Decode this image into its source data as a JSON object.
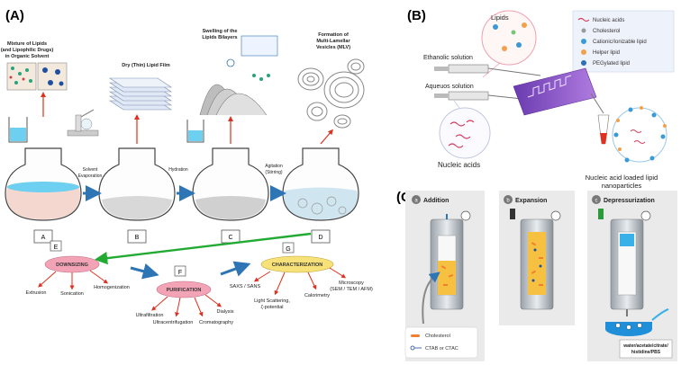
{
  "panel_a": {
    "label": "(A)",
    "step_mixture": "Mixture of Lipids",
    "step_mixture_2": "(and Lipophilic Drugs)",
    "step_mixture_3": "in Organic Solvent",
    "step_film": "Dry (Thin) Lipid Film",
    "step_swelling": "Swelling of the",
    "step_swelling_2": "Lipids Bilayers",
    "step_mlv": "Formation of",
    "step_mlv_2": "Multi-Lamellar",
    "step_mlv_3": "Vesicles (MLV)",
    "arrow_solvent": "Solvent",
    "arrow_solvent_2": "Evaporation",
    "arrow_hydration": "Hydration",
    "arrow_agitation": "Agitation",
    "arrow_agitation_2": "(Stirring)",
    "flask_a": "A",
    "flask_b": "B",
    "flask_c": "C",
    "flask_d": "D",
    "box_e": "E",
    "box_f": "F",
    "box_g": "G",
    "downsizing": "DOWNSIZING",
    "extrusion": "Extrusion",
    "sonication": "Sonication",
    "homogenization": "Homogenization",
    "purification": "PURIFICATION",
    "ultrafiltration": "Ultrafiltration",
    "ultracentrifugation": "Ultracentrifugation",
    "dialysis": "Dialysis",
    "cromatography": "Cromatography",
    "characterization": "CHARACTERIZATION",
    "saxs": "SAXS / SANS",
    "light_scattering": "Light Scattering,",
    "zeta": "ζ-potential",
    "calorimetry": "Calorimetry",
    "microscopy": "Microscopy",
    "microscopy_2": "(SEM / TEM / AFM)"
  },
  "panel_b": {
    "label": "(B)",
    "lipids": "Lipids",
    "ethanolic": "Ethanolic solution",
    "aqueous": "Aqueuos solution",
    "nucleic_acids": "Nucleic acids",
    "loaded": "Nucleic acid loaded lipid",
    "loaded_2": "nanoparticles",
    "legend": [
      "Nucleic acids",
      "Cholesterol",
      "Cationic/Ionizable lipid",
      "Helper lipid",
      "PEGylated lipid"
    ]
  },
  "panel_c": {
    "label": "(C)",
    "step_a": "a",
    "step_b": "b",
    "step_c": "c",
    "addition": "Addition",
    "expansion": "Expansion",
    "depressurization": "Depressurization",
    "cholesterol": "Cholesterol",
    "ctab": "CTAB or CTAC",
    "buffer": "water/acetate/citrate/",
    "buffer_2": "histidine/PBS"
  },
  "colors": {
    "arrow_blue": "#2e75b6",
    "arrow_red": "#e03020",
    "arrow_green": "#22aa33",
    "oval_yellow": "#f7e27a",
    "oval_pink": "#f2a3b6",
    "liquid_blue": "#6dd0f0",
    "microfluidic": "#8a52c8"
  }
}
